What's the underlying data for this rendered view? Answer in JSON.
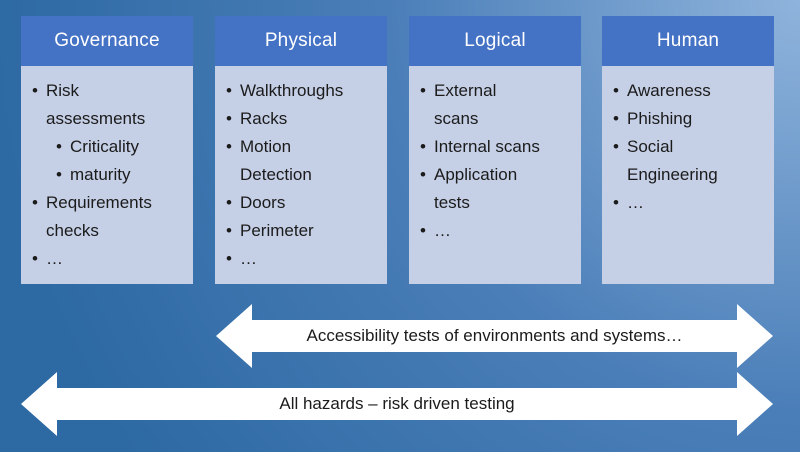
{
  "slide": {
    "bullet_char": "•",
    "columns": [
      {
        "title": "Governance",
        "items": [
          {
            "text": "Risk assessments",
            "level": 1
          },
          {
            "text": "Criticality",
            "level": 2
          },
          {
            "text": "maturity",
            "level": 2
          },
          {
            "text": "Requirements checks",
            "level": 1
          },
          {
            "text": "…",
            "level": 1
          }
        ]
      },
      {
        "title": "Physical",
        "items": [
          {
            "text": "Walkthroughs",
            "level": 1
          },
          {
            "text": "Racks",
            "level": 1
          },
          {
            "text": "Motion Detection",
            "level": 1
          },
          {
            "text": "Doors",
            "level": 1
          },
          {
            "text": "Perimeter",
            "level": 1
          },
          {
            "text": "…",
            "level": 1
          }
        ]
      },
      {
        "title": "Logical",
        "items": [
          {
            "text": "External scans",
            "level": 1
          },
          {
            "text": "Internal scans",
            "level": 1
          },
          {
            "text": "Application tests",
            "level": 1
          },
          {
            "text": "…",
            "level": 1
          }
        ]
      },
      {
        "title": "Human",
        "items": [
          {
            "text": "Awareness",
            "level": 1
          },
          {
            "text": "Phishing",
            "level": 1
          },
          {
            "text": "Social Engineering",
            "level": 1
          },
          {
            "text": "…",
            "level": 1
          }
        ]
      }
    ],
    "arrows": [
      {
        "label": "Accessibility tests of environments and systems…"
      },
      {
        "label": "All hazards – risk driven testing"
      }
    ],
    "colors": {
      "background_light": "#8FB4DC",
      "background_mid": "#4A7EB8",
      "background_dark": "#2D69A3",
      "header_bg": "#4472C4",
      "header_text": "#FFFFFF",
      "body_bg": "#C5CFE6",
      "body_text": "#1B1B1B",
      "arrow_bg": "#FFFFFF",
      "arrow_text": "#1B1B1B"
    }
  }
}
